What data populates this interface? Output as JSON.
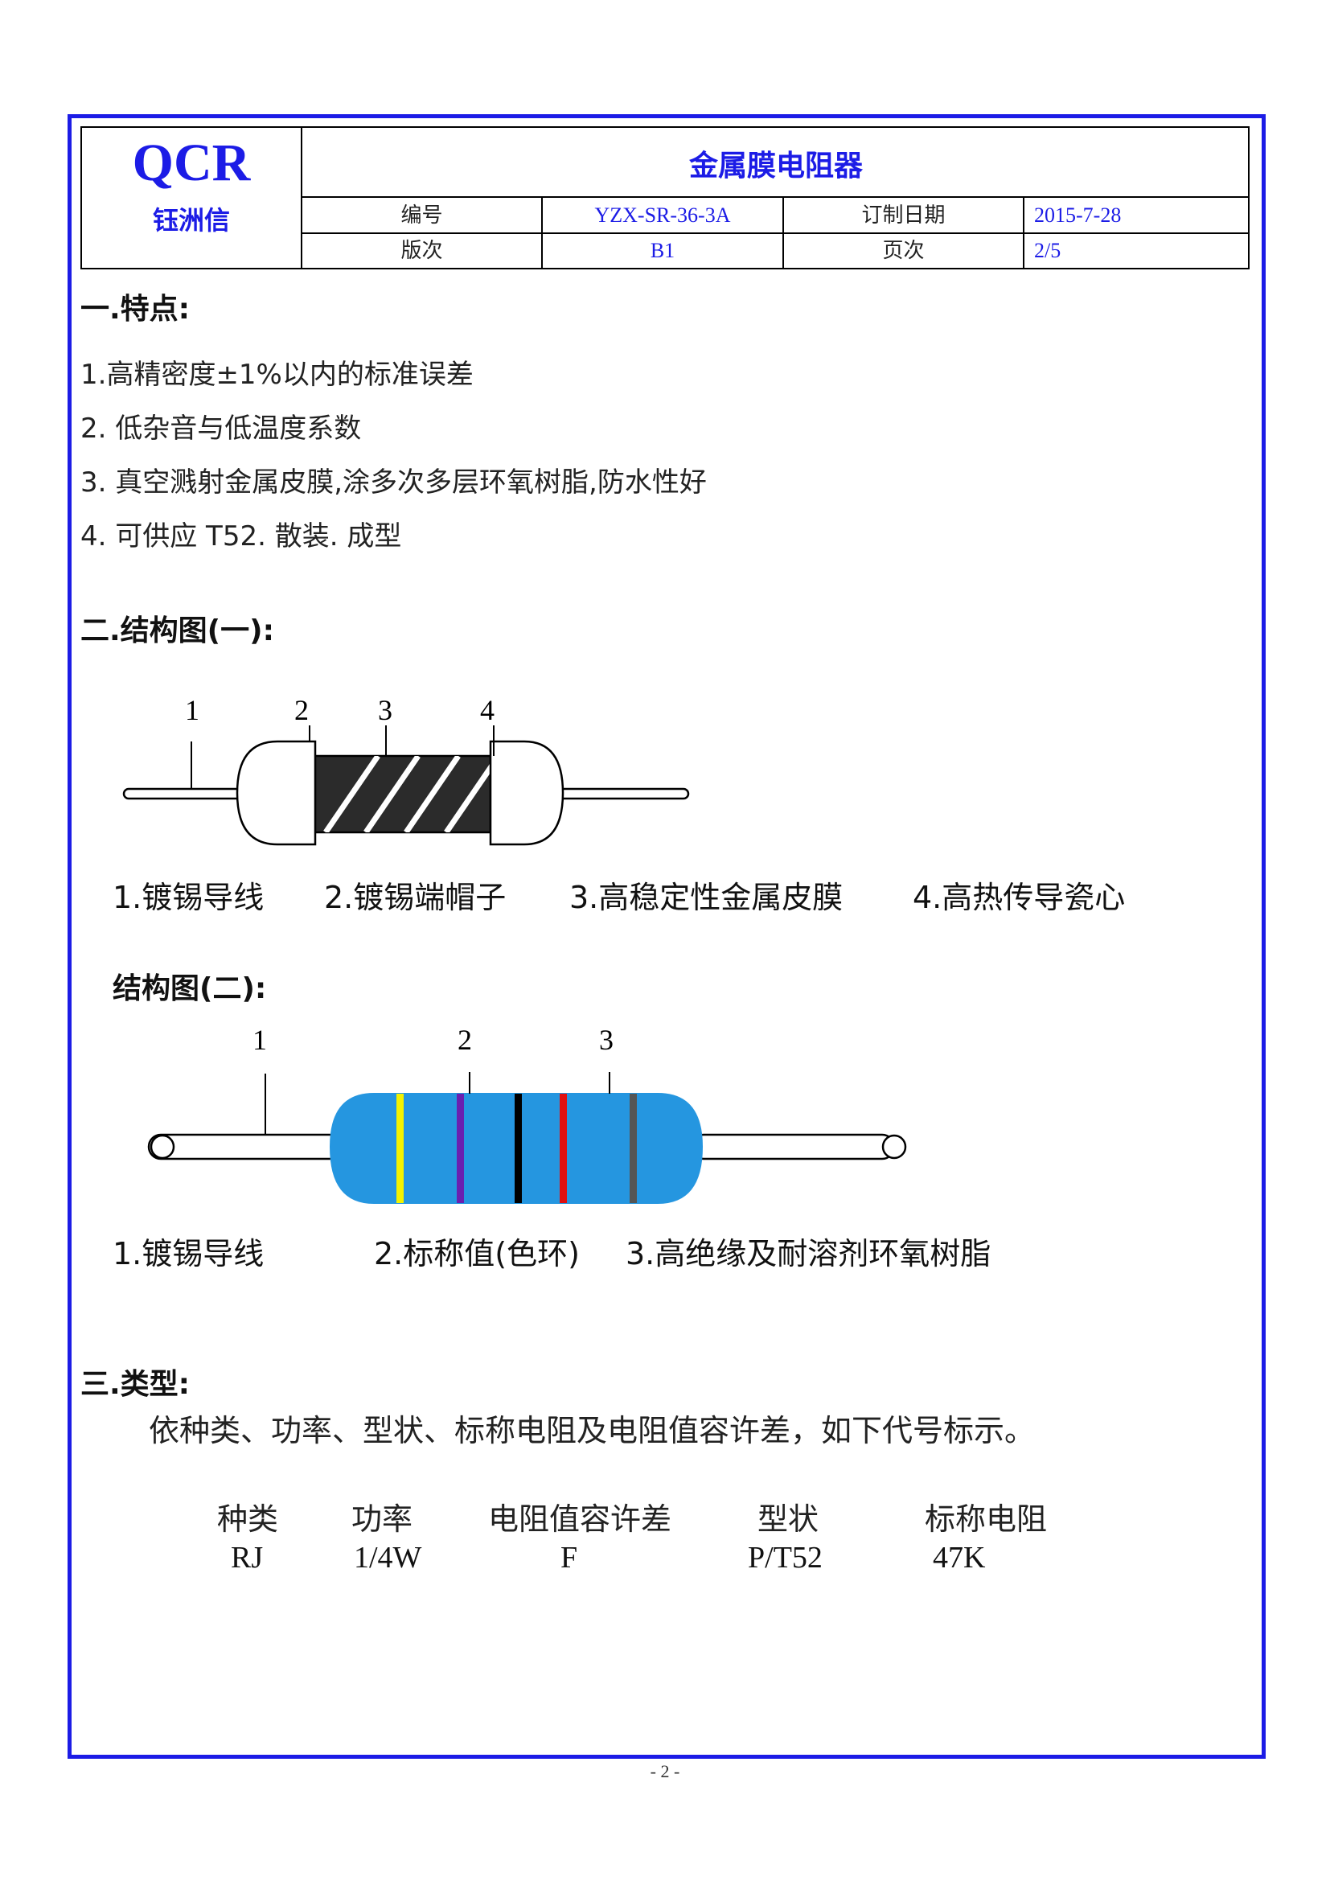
{
  "header": {
    "logo": "QCR",
    "company": "钰洲信",
    "title": "金属膜电阻器",
    "labels": {
      "number": "编号",
      "date": "订制日期",
      "version": "版次",
      "page": "页次"
    },
    "values": {
      "number": "YZX-SR-36-3A",
      "date": "2015-7-28",
      "version": "B1",
      "page": "2/5"
    }
  },
  "section1": {
    "heading": "一.特点:",
    "items": [
      "1.高精密度±1%以内的标准误差",
      "2. 低杂音与低温度系数",
      "3. 真空溅射金属皮膜,涂多次多层环氧树脂,防水性好",
      "4. 可供应 T52. 散装. 成型"
    ]
  },
  "section2": {
    "heading": "二.结构图(一):",
    "diagram_numbers": [
      "1",
      "2",
      "3",
      "4"
    ],
    "captions": [
      "1.镀锡导线",
      "2.镀锡端帽子",
      "3.高稳定性金属皮膜",
      "4.高热传导瓷心"
    ],
    "sub_heading": "结构图(二):",
    "diagram2_numbers": [
      "1",
      "2",
      "3"
    ],
    "captions2": [
      "1.镀锡导线",
      "2.标称值(色环)",
      "3.高绝缘及耐溶剂环氧树脂"
    ],
    "band_colors": [
      "#f2f200",
      "#6a1fb0",
      "#000000",
      "#e01010",
      "#555555"
    ],
    "body_color": "#2596e0"
  },
  "section3": {
    "heading": "三.类型:",
    "intro": "依种类、功率、型状、标称电阻及电阻值容许差，如下代号标示。",
    "columns": [
      "种类",
      "功率",
      "电阻值容许差",
      "型状",
      "标称电阻"
    ],
    "values": [
      "RJ",
      "1/4W",
      "F",
      "P/T52",
      "47K"
    ]
  },
  "footer": {
    "page_marker": "- 2 -"
  },
  "colors": {
    "frame": "#1c1ce6",
    "brand": "#1c1ce6"
  }
}
